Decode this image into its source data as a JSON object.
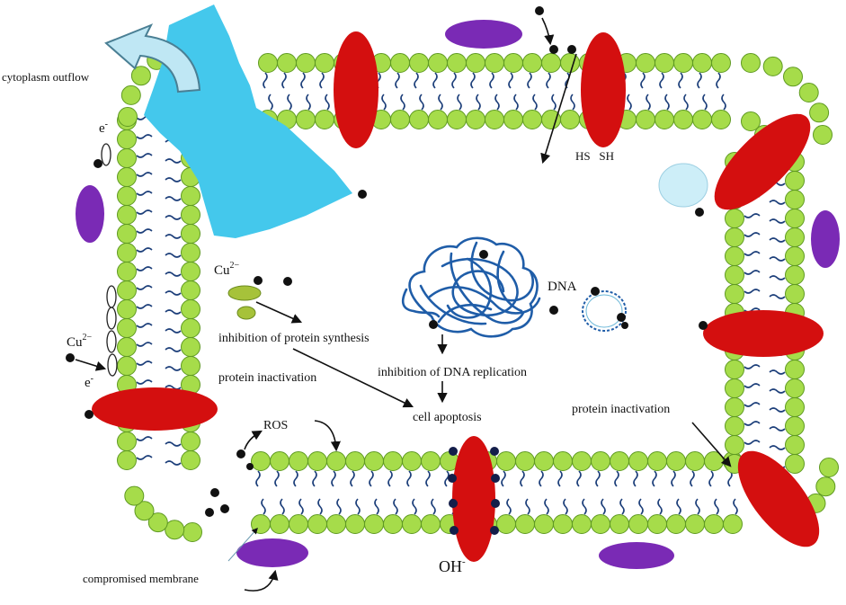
{
  "labels": {
    "cytoplasm_outflow": "cytoplasm outflow",
    "electron_top": "e",
    "electron_minus_top": "-",
    "copper_left": "Cu",
    "copper_left_charge": "2−",
    "electron_bottom": "e",
    "electron_minus_bottom": "-",
    "copper_inner": "Cu",
    "copper_inner_charge": "2−",
    "inhibition_protein": "inhibition of protein synthesis",
    "protein_inactivation_left": "protein inactivation",
    "ros": "ROS",
    "cell_apoptosis": "cell apoptosis",
    "inhibition_dna": "inhibition of DNA replication",
    "dna": "DNA",
    "protein_inactivation_right": "protein inactivation",
    "hs_sh": "HS   SH",
    "oh": "OH",
    "oh_charge": "-",
    "compromised_membrane": "compromised membrane"
  },
  "colors": {
    "lipid_head": "#a6dc4a",
    "lipid_head_stroke": "#5f9a22",
    "lipid_tail": "#1d3f7a",
    "protein_red": "#d40f0f",
    "protein_purple": "#7a2ab5",
    "cytoplasm": "#44c8ec",
    "vesicle": "#cdeef8",
    "dna_strand": "#1f5da8",
    "particle": "#111111",
    "ribosome": "#a6c23a"
  }
}
